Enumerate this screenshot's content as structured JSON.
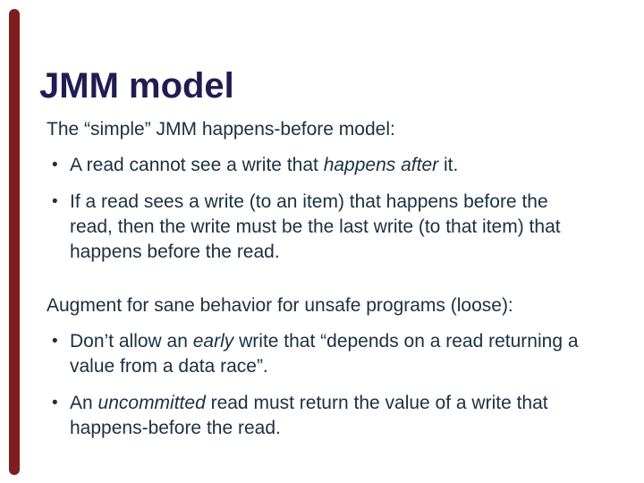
{
  "slide": {
    "title": "JMM model",
    "bullet_char": "•",
    "colors": {
      "background": "#FFFFFF",
      "accent_bar": "#7E1E1E",
      "title_text": "#211D52",
      "body_text": "#1B3040"
    },
    "sections": [
      {
        "lead": "The “simple” JMM happens-before model:",
        "bullets": [
          {
            "pre": "A read cannot see a write that ",
            "em": "happens after",
            "post": " it."
          },
          {
            "pre": "If a read sees a write (to an item) that happens before the read, then the write must be the last write (to that item) that happens before the read.",
            "em": "",
            "post": ""
          }
        ]
      },
      {
        "lead": "Augment for sane behavior for unsafe programs (loose):",
        "bullets": [
          {
            "pre": "Don’t allow an ",
            "em": "early",
            "post": " write that “depends on a read returning a value from a data race”."
          },
          {
            "pre": "An ",
            "em": "uncommitted",
            "post": " read must return the value of a write that happens-before the read."
          }
        ]
      }
    ]
  }
}
